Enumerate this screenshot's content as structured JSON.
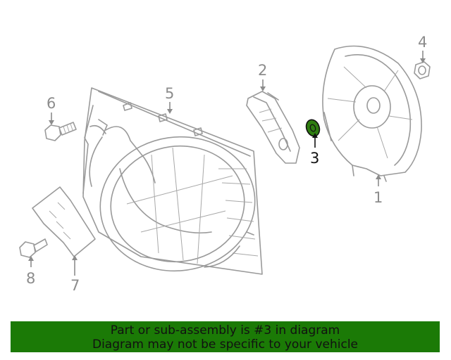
{
  "callouts": [
    {
      "id": "1",
      "label": "1"
    },
    {
      "id": "2",
      "label": "2"
    },
    {
      "id": "3",
      "label": "3"
    },
    {
      "id": "4",
      "label": "4"
    },
    {
      "id": "5",
      "label": "5"
    },
    {
      "id": "6",
      "label": "6"
    },
    {
      "id": "7",
      "label": "7"
    },
    {
      "id": "8",
      "label": "8"
    }
  ],
  "highlighted_part": "3",
  "banner": {
    "line1": "Part or sub-assembly is #3 in diagram",
    "line2": "Diagram may not be specific to your vehicle"
  },
  "colors": {
    "banner_bg": "#1b7a06",
    "highlight_part": "#2e7d10",
    "line_art": "#9a9a9a"
  }
}
